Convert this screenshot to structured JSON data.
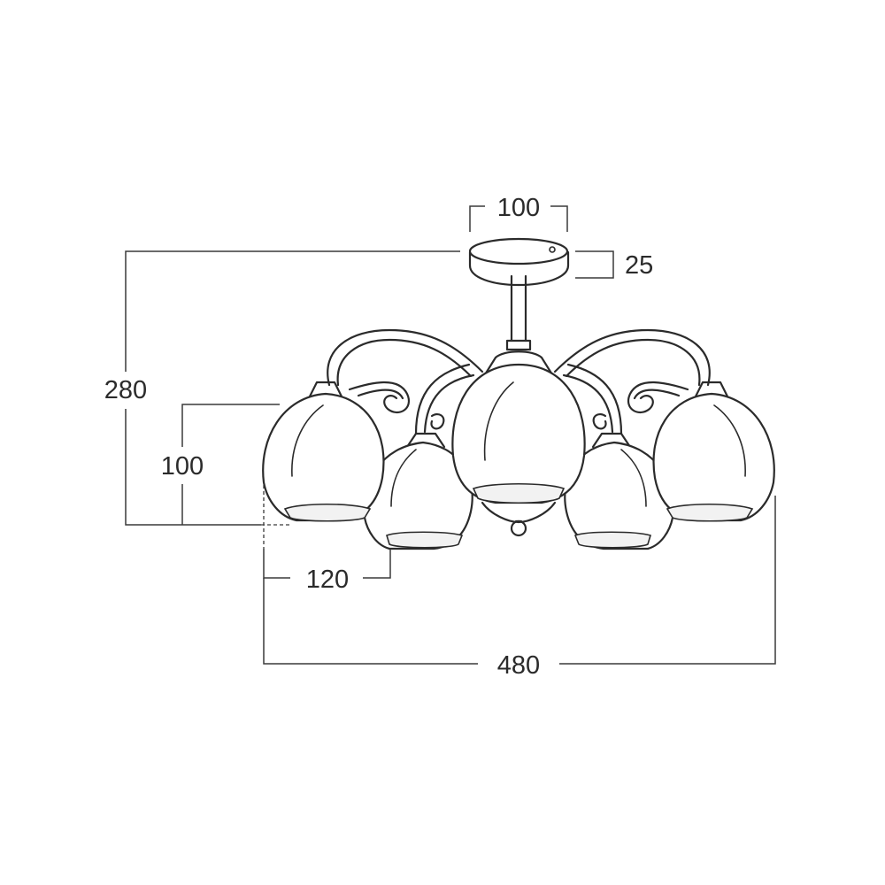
{
  "dimensions": {
    "canopy_diameter": "100",
    "canopy_height": "25",
    "total_height": "280",
    "shade_height": "100",
    "shade_diameter": "120",
    "total_width": "480"
  }
}
